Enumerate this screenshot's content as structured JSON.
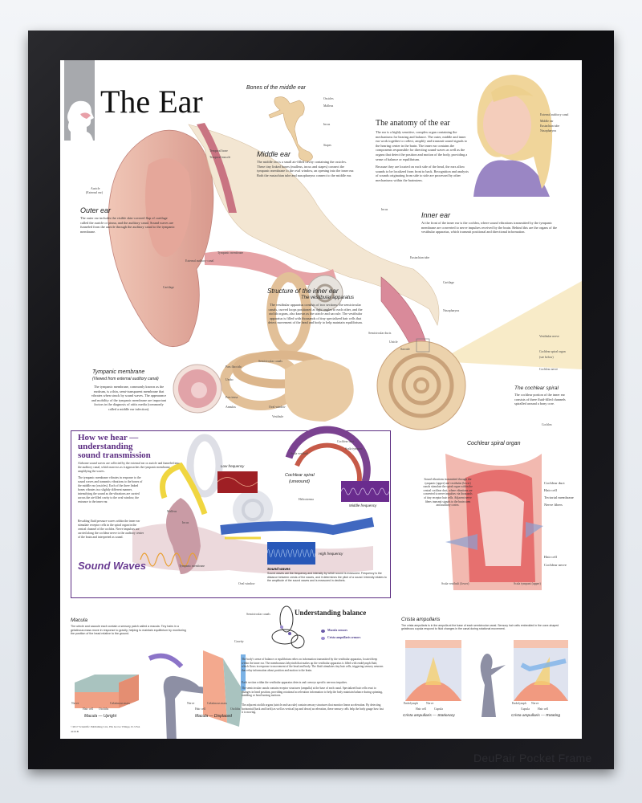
{
  "poster": {
    "title": "The Ear",
    "bones": {
      "heading": "Bones of the middle ear",
      "labels": [
        "Ossicles",
        "Malleus",
        "Incus",
        "Stapes"
      ]
    },
    "middle_ear": {
      "heading": "Middle ear",
      "text": "The middle ear is a small air-filled cavity containing the ossicles. These tiny linked bones (malleus, incus and stapes) connect the tympanic membrane to the oval window, an opening into the inner ear. Both the eustachian tube and nasopharynx connect to the middle ear."
    },
    "anatomy": {
      "heading": "The anatomy of the ear",
      "text1": "The ear is a highly sensitive, complex organ containing the mechanisms for hearing and balance. The outer, middle and inner ear work together to collect, amplify and transmit sound signals to the hearing center in the brain. The inner ear contains the components responsible for directing sound waves as well as the organs that detect the position and motion of the body, providing a sense of balance or equilibrium.",
      "text2": "Because they are located on each side of the head, the ears allow sounds to be localized from front to back. Recognition and analysis of sounds originating from side to side are processed by other mechanisms within the brainstem.",
      "labels": [
        "External auditory canal",
        "Middle ear",
        "Eustachian tube",
        "Nasopharynx"
      ]
    },
    "outer_ear": {
      "heading": "Outer ear",
      "text": "The outer ear includes the visible skin-covered flap of cartilage called the auricle or pinna, and the auditory canal. Sound waves are funneled from the auricle through the auditory canal to the tympanic membrane."
    },
    "ear_labels": {
      "temporal_bone": "Temporal bone",
      "temporal_muscle": "Temporal muscle",
      "auricle": "Auricle",
      "auricle_sub": "(External ear)",
      "tympanic": "Tympanic membrane",
      "canal": "External auditory canal",
      "cartilage": "Cartilage",
      "incus": "Incus",
      "eustachian": "Eustachian tube",
      "cartilage2": "Cartilage",
      "nasopharynx": "Nasopharynx"
    },
    "inner_ear": {
      "heading": "Inner ear",
      "text": "At the front of the inner ear is the cochlea, where sound vibrations transmitted by the tympanic membrane are converted to nerve impulses received by the brain. Behind this are the organs of the vestibular apparatus, which transmit positional and directional information."
    },
    "structure": {
      "heading": "Structure of the inner ear",
      "subheading": "The vestibular apparatus",
      "text": "The vestibular apparatus consists of two sections: the semicircular canals, curved loops positioned at right angles to each other, and the otolith organs, also known as the utricle and saccule. The vestibular apparatus is filled with thousands of tiny specialized hair cells that detect movement of the head and body to help maintain equilibrium.",
      "labels": {
        "ducts": "Semicircular ducts",
        "utricle": "Utricle",
        "saccule": "Saccule",
        "canals": "Semicircular canals",
        "oval": "Oval window",
        "vestibule": "Vestibule",
        "vnerve": "Vestibular nerve",
        "organ": "Cochlear spiral organ",
        "organ_sub": "(see below)",
        "cnerve": "Cochlear nerve",
        "cochlea": "Cochlea"
      }
    },
    "cochlear_spiral": {
      "heading": "The cochlear spiral",
      "text": "The cochlear portion of the inner ear consists of three fluid-filled channels spiralled around a bony core."
    },
    "tympanic": {
      "heading": "Tympanic membrane",
      "subheading": "(Viewed from external auditory canal)",
      "text": "The tympanic membrane, commonly known as the eardrum, is a thin, semi-transparent membrane that vibrates when struck by sound waves. The appearance and mobility of the tympanic membrane are important factors in the diagnosis of otitis media (commonly called a middle ear infection).",
      "labels": [
        "Pars flaccida",
        "Umbo",
        "Pars tensa",
        "Annulus"
      ]
    },
    "how_we_hear": {
      "heading": [
        "How we hear —",
        "understanding",
        "sound transmission"
      ],
      "text1": "Airborne sound waves are collected by the external ear or auricle and funneled into the auditory canal, which narrows as it approaches the tympanic membrane, amplifying the waves.",
      "text2": "The tympanic membrane vibrates in response to the sound waves and transmits vibrations to the bones of the middle ear (ossicles). Each of the three linked bones vibrates in a slightly different manner, intensifying the sound as the vibrations are carried across the air-filled cavity to the oval window, the entrance to the inner ear.",
      "text3": "Resulting fluid pressure waves within the inner ear stimulate receptor cells in the spiral organ in the central channel of the cochlea. Nerve impulses are carried along the cochlear nerve to the auditory center of the brain and interpreted as sound.",
      "sound_waves": "Sound Waves",
      "labels": {
        "malleus": "Malleus",
        "incus": "Incus",
        "tympanic": "Tympanic membrane",
        "oval": "Oval window",
        "duct": "Cochlear duct",
        "tympani": "Scala tympani",
        "vestibuli": "Scala vestibuli",
        "helico": "Helicotrema",
        "spiral": "Cochlear spiral",
        "spiral_sub": "(unwound)",
        "low": "Low frequency",
        "mid": "Middle frequency",
        "high": "High frequency"
      },
      "sw_heading": "Sound waves",
      "sw_text": "Sound waves are the frequency and intensity by which sound is measured. Frequency is the distance between crests of the waves, and it determines the pitch of a sound. Intensity relates to the amplitude of the sound waves and is measured in decibels.",
      "border_color": "#5c2d82"
    },
    "spiral_organ": {
      "heading": "Cochlear spiral organ",
      "text": "Sound vibrations transmitted through the tympanic (upper) and vestibular (lower) canals stimulate the spiral organ within the central cochlear duct, where vibrations are converted to nerve impulses via thousands of tiny receptor hair cells. Adjacent nerve fibers transmit signals to the brain stem and auditory cortex.",
      "labels": [
        "Cochlear duct",
        "Hair cell",
        "Tectorial membrane",
        "Nerve fibers",
        "Hair cell",
        "Cochlear nerve",
        "Scala vestibuli (lower)",
        "Scala tympani (upper)"
      ]
    },
    "macula": {
      "heading": "Macula",
      "text": "The utricle and saccule each contain a sensory patch called a macula. Tiny hairs in a gelatinous mass move in response to gravity, helping to maintain equilibrium by monitoring the position of the head relative to the ground.",
      "labels": [
        "Nerve",
        "Hair cell",
        "Otoliths",
        "Gelatinous mass",
        "Gravity",
        "Nerve",
        "Hair cell",
        "Gelatinous mass",
        "Otoliths"
      ],
      "cap1": "Macula — Upright",
      "cap2": "Macula — Displaced"
    },
    "balance": {
      "heading": "Understanding balance",
      "legend": [
        "Macula sensors",
        "Crista ampullaris sensors"
      ],
      "label": "Semicircular canals",
      "text1": "The body's sense of balance or equilibrium relies on information transmitted by the vestibular apparatus, located deep within the inner ear. The membranous labyrinth that makes up the vestibular apparatus is filled with endolymph fluid, which flows in response to movement of the head and body. The fluid stimulates tiny hair cells, triggering sensory neurons that relay information about position and motion to the brain.",
      "text2": "Each section within the vestibular apparatus detects and conveys specific nervous impulses.",
      "text3": "The semicircular canals contain receptor structures (ampulla) at the base of each canal. Specialized hair cells react to changes in head position, providing rotational acceleration information to help the body maintain balance during spinning, tumbling or head turning motions.",
      "text4": "The adjacent otolith organs (utricle and saccule) contain sensory structures that monitor linear acceleration. By detecting horizontal (back and forth) as well as vertical (up and down) acceleration, these sensory cells help the body gauge how fast it is moving."
    },
    "crista": {
      "heading": "Crista ampullaris",
      "text": "The crista ampullaris is in the ampulla at the base of each semicircular canal. Sensory hair cells embedded in the cone-shaped gelatinous cupula respond to fluid changes in the canal during rotational movement.",
      "labels": [
        "Endolymph",
        "Hair cell",
        "Nerve",
        "Cupula",
        "Endolymph",
        "Cupula",
        "Nerve",
        "Hair cell"
      ],
      "cap1": "Crista ampullaris — Stationary",
      "cap2": "Crista ampullaris — Rotating"
    },
    "copyright": "©2017 Scientific Publishing Ltd., Elk Grove Village, IL USA",
    "code": "4C01B"
  },
  "watermark": "DeuPair Pocket Frame",
  "colors": {
    "frame": "#111114",
    "poster": "#ffffff",
    "title_bar": "#a7a9ad",
    "purple": "#5c2d82",
    "skin": "#e9b8a8",
    "bone": "#e8caa0"
  }
}
